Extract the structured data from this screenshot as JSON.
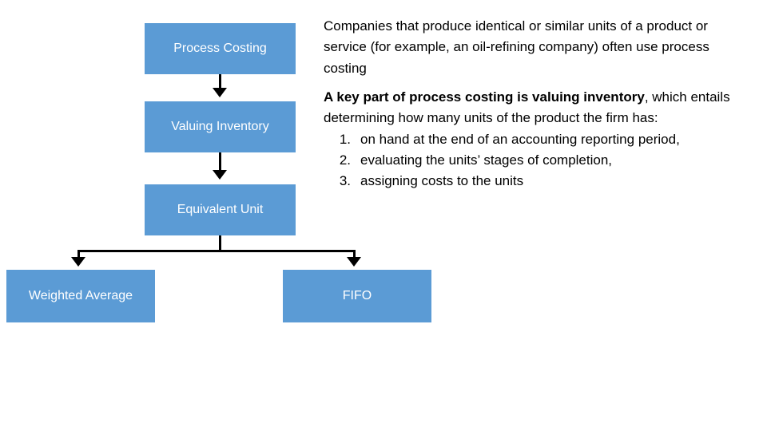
{
  "diagram": {
    "nodes": [
      {
        "id": "process-costing",
        "label": "Process Costing"
      },
      {
        "id": "valuing-inventory",
        "label": "Valuing Inventory"
      },
      {
        "id": "equivalent-unit",
        "label": "Equivalent Unit"
      },
      {
        "id": "weighted-average",
        "label": "Weighted Average"
      },
      {
        "id": "fifo",
        "label": "FIFO"
      }
    ],
    "box_color": "#5B9BD5",
    "connector_color": "#000000",
    "text_color": "#FFFFFF"
  },
  "content": {
    "paragraph1": "Companies that produce identical or similar units of a product or service (for example, an oil-refining company) often use process costing",
    "paragraph2_bold": "A key part of process costing is valuing inventory",
    "paragraph2_rest": ", which entails determining how many units of the product the firm has:",
    "list": [
      {
        "number": "1.",
        "text": "on hand at the end of an accounting reporting period,"
      },
      {
        "number": "2.",
        "text": "evaluating the units’ stages of completion,"
      },
      {
        "number": "3.",
        "text": "assigning costs to the units"
      }
    ]
  }
}
